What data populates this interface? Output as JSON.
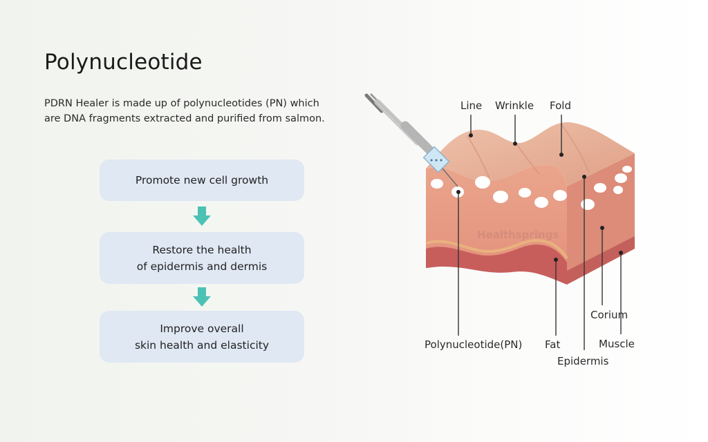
{
  "title": "Polynucleotide",
  "description": {
    "line1": "PDRN Healer is made up of polynucleotides (PN) which",
    "line2": "are DNA fragments extracted and purified from salmon."
  },
  "flow": {
    "step1": {
      "line1": "Promote new cell growth"
    },
    "step2": {
      "line1": "Restore the health",
      "line2": "of epidermis and dermis"
    },
    "step3": {
      "line1": "Improve overall",
      "line2": "skin health and elasticity"
    }
  },
  "diagram": {
    "labels": {
      "line": "Line",
      "wrinkle": "Wrinkle",
      "fold": "Fold",
      "polynucleotide": "Polynucleotide(PN)",
      "fat": "Fat",
      "epidermis": "Epidermis",
      "corium": "Corium",
      "muscle": "Muscle"
    },
    "watermark": "Healthsprings"
  },
  "colors": {
    "box_bg": "#dfe8f3",
    "arrow": "#4cc2b5",
    "skin_top": "#e7b096",
    "skin_front": "#e79982",
    "skin_side": "#d88672",
    "fat_layer": "#c75e5c",
    "fat_stripe": "#e8b17c"
  },
  "icons": [
    "down-arrow-icon",
    "syringe-icon",
    "skin-cross-section-illustration"
  ]
}
